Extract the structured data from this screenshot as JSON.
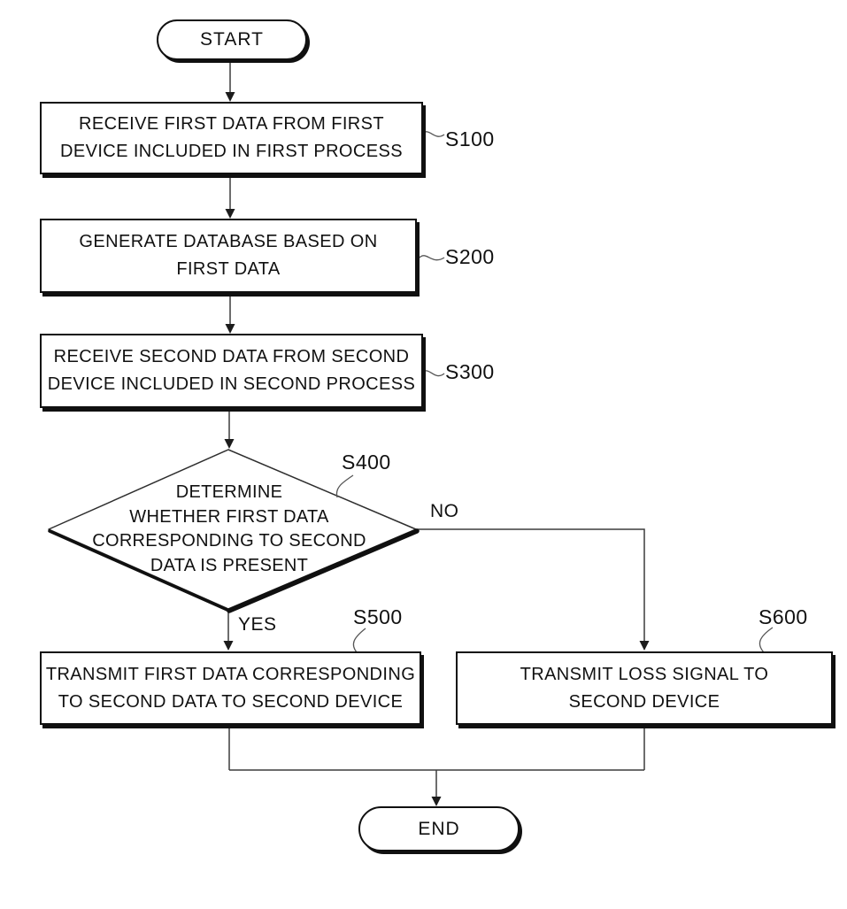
{
  "nodes": {
    "start": {
      "label": "START"
    },
    "s100": {
      "step": "S100",
      "text": [
        "RECEIVE FIRST DATA FROM FIRST",
        "DEVICE INCLUDED IN FIRST PROCESS"
      ]
    },
    "s200": {
      "step": "S200",
      "text": [
        "GENERATE DATABASE BASED ON",
        "FIRST DATA"
      ]
    },
    "s400": {
      "step": "S400",
      "text": [
        "DETERMINE",
        "WHETHER FIRST DATA",
        "CORRESPONDING TO SECOND",
        "DATA IS PRESENT"
      ]
    },
    "s300": {
      "step": "S300",
      "text": [
        "RECEIVE SECOND DATA FROM SECOND",
        "DEVICE INCLUDED IN SECOND PROCESS"
      ]
    },
    "s500": {
      "step": "S500",
      "text": [
        "TRANSMIT FIRST DATA CORRESPONDING",
        "TO SECOND DATA TO SECOND DEVICE"
      ]
    },
    "s600": {
      "step": "S600",
      "text": [
        "TRANSMIT LOSS SIGNAL TO",
        "SECOND DEVICE"
      ]
    },
    "end": {
      "label": "END"
    }
  },
  "branches": {
    "yes": "YES",
    "no": "NO"
  },
  "colors": {
    "ink": "#111111",
    "line": "#3c3c3c",
    "background": "#ffffff"
  }
}
